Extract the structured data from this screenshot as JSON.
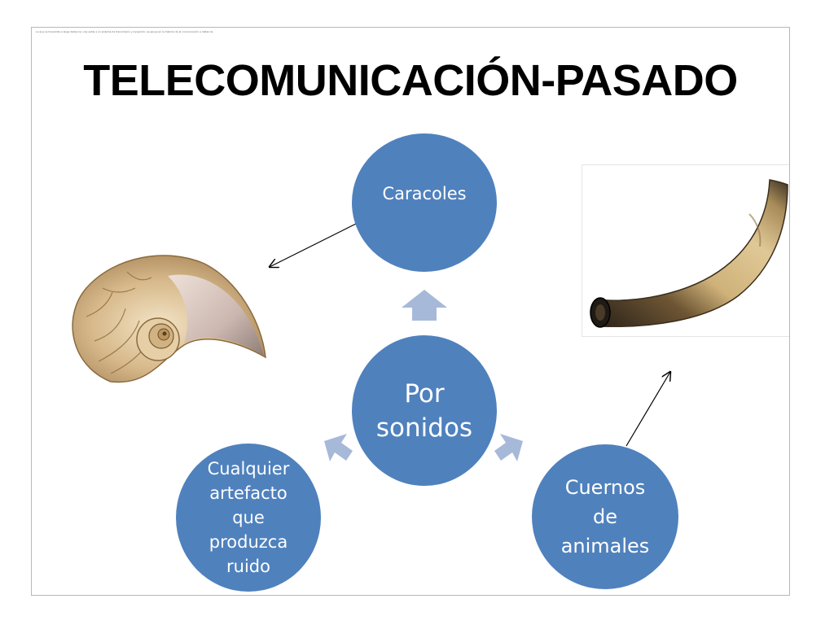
{
  "slide": {
    "title": "TELECOMUNICACIÓN-PASADO",
    "top_note": "Lo que se transmite a larga distancia: una señal a un sistema de transmisión y recepción; se apoya en la historia de la comunicación a distancia"
  },
  "diagram": {
    "center": {
      "label": "Por sonidos"
    },
    "nodes": [
      {
        "id": "caracoles",
        "label": "Caracoles"
      },
      {
        "id": "cualquier",
        "label": "Cualquier artefacto que produzca ruido"
      },
      {
        "id": "cuernos",
        "label": "Cuernos de animales"
      }
    ],
    "colors": {
      "node_fill": "#4f81bd",
      "connector_fill": "#a7b9d9",
      "text": "#ffffff"
    }
  },
  "images": {
    "left": {
      "icon": "nautilus-shell-image"
    },
    "right": {
      "icon": "animal-horn-image"
    }
  }
}
